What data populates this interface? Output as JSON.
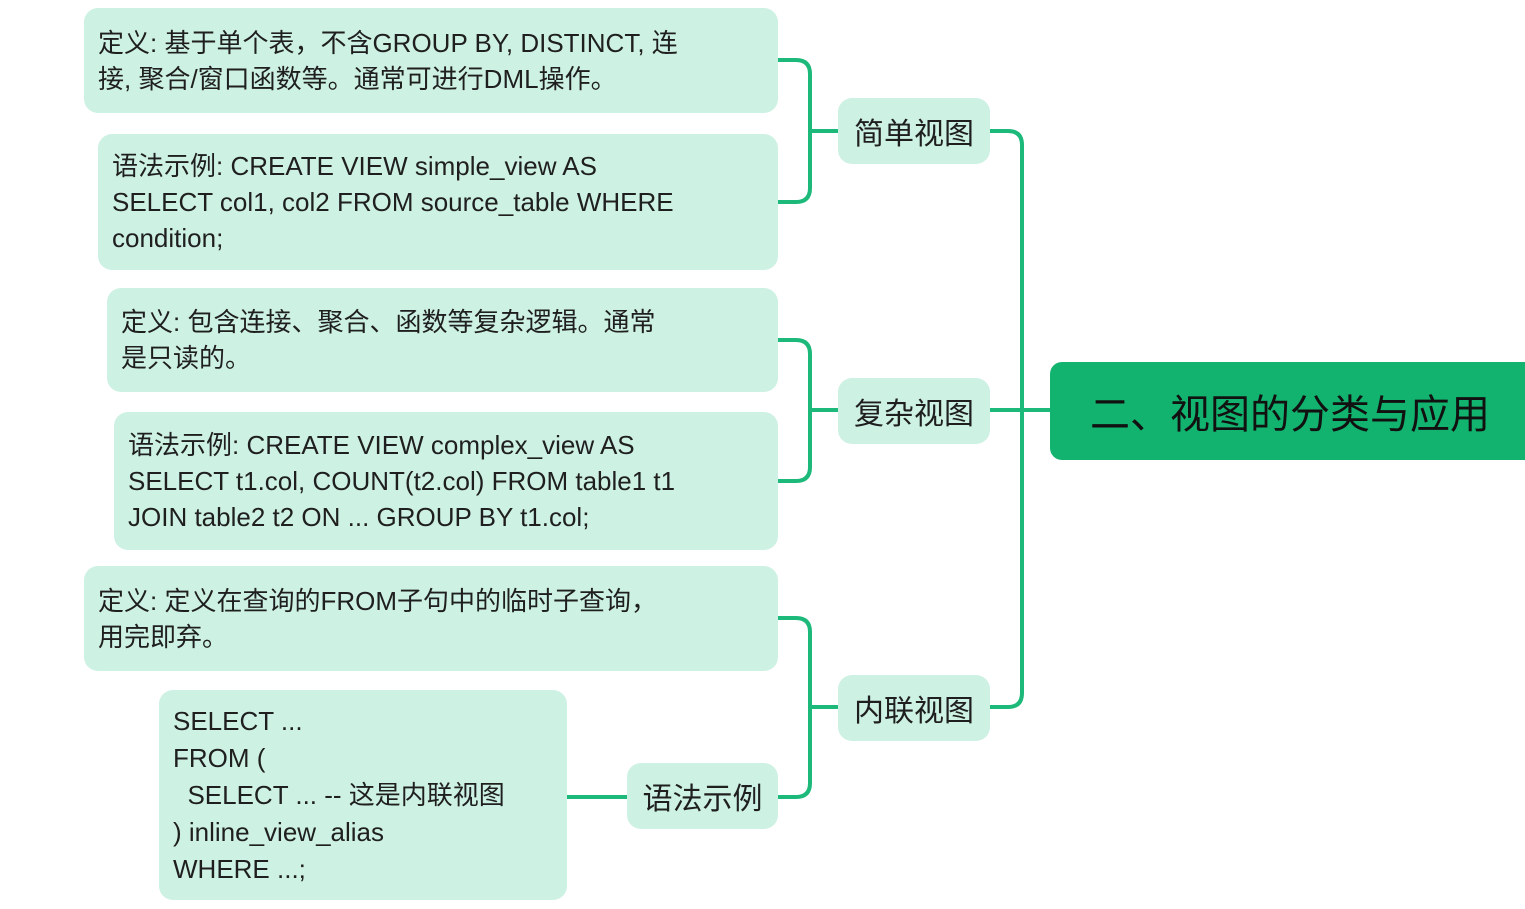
{
  "colors": {
    "root_fill": "#12b36e",
    "node_fill": "#cdf1e2",
    "line": "#1cb97a",
    "text": "#1f1f1f"
  },
  "root": {
    "label": "二、视图的分类与应用"
  },
  "simple": {
    "label": "简单视图",
    "definition": [
      "定义: 基于单个表，不含GROUP BY, DISTINCT, 连",
      "接, 聚合/窗口函数等。通常可进行DML操作。"
    ],
    "syntax": [
      "语法示例: CREATE VIEW simple_view AS",
      "SELECT col1, col2 FROM source_table WHERE",
      "condition;"
    ]
  },
  "complex": {
    "label": "复杂视图",
    "definition": [
      "定义: 包含连接、聚合、函数等复杂逻辑。通常",
      "是只读的。"
    ],
    "syntax": [
      "语法示例: CREATE VIEW complex_view AS",
      "SELECT t1.col, COUNT(t2.col) FROM table1 t1",
      "JOIN table2 t2 ON ... GROUP BY t1.col;"
    ]
  },
  "inline": {
    "label": "内联视图",
    "definition": [
      "定义: 定义在查询的FROM子句中的临时子查询，",
      "用完即弃。"
    ],
    "syntax_label": "语法示例",
    "syntax": [
      "SELECT ...",
      "FROM (",
      "  SELECT ... -- 这是内联视图",
      ") inline_view_alias",
      "WHERE ...;"
    ]
  }
}
